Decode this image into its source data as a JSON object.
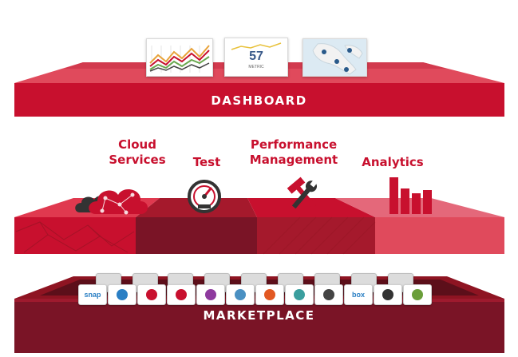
{
  "colors": {
    "primary_red": "#c8102e",
    "dark_red": "#8e1422",
    "maroon": "#7a1426",
    "light_red": "#e04a5c"
  },
  "dashboard": {
    "label": "DASHBOARD",
    "thumbnails": [
      {
        "icon": "line-chart-icon"
      },
      {
        "value": "57",
        "caption": "METRIC"
      },
      {
        "icon": "map-icon"
      }
    ]
  },
  "pillars": [
    {
      "line1": "Cloud",
      "line2": "Services",
      "icon": "cloud-network-icon"
    },
    {
      "line1": "Test",
      "line2": "",
      "icon": "gauge-icon"
    },
    {
      "line1": "Performance",
      "line2": "Management",
      "icon": "wrench-hammer-icon"
    },
    {
      "line1": "Analytics",
      "line2": "",
      "icon": "bar-chart-icon"
    }
  ],
  "marketplace": {
    "label": "MARKETPLACE",
    "apps_front": [
      {
        "text": "snap",
        "color": "#2a7fc4",
        "icon": "snap-logo-icon"
      },
      {
        "text": "",
        "color": "#2a7fc4",
        "icon": "squares-logo-icon"
      },
      {
        "text": "",
        "color": "#c8102e",
        "icon": "swoosh-logo-icon"
      },
      {
        "text": "",
        "color": "#c8102e",
        "icon": "envelope-logo-icon"
      },
      {
        "text": "",
        "color": "#8e3a9e",
        "icon": "purple-logo-icon"
      },
      {
        "text": "",
        "color": "#4a90c2",
        "icon": "circle-logo-icon"
      },
      {
        "text": "",
        "color": "#e25822",
        "icon": "flame-logo-icon"
      },
      {
        "text": "",
        "color": "#3a9e9e",
        "icon": "spiral-logo-icon"
      },
      {
        "text": "",
        "color": "#444444",
        "icon": "rocket-logo-icon"
      },
      {
        "text": "box",
        "color": "#2a7fc4",
        "icon": "box-logo-icon"
      },
      {
        "text": "",
        "color": "#333333",
        "icon": "network-logo-icon"
      },
      {
        "text": "",
        "color": "#6a9e3a",
        "icon": "leaf-logo-icon"
      }
    ]
  }
}
